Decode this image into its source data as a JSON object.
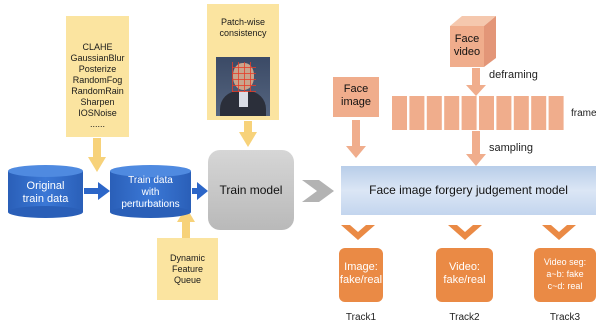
{
  "augmentations": [
    "CLAHE",
    "GaussianBlur",
    "Posterize",
    "RandomFog",
    "RandomRain",
    "Sharpen",
    "IOSNoise",
    "......"
  ],
  "patch_note": "Patch-wise consistency",
  "queue_note": [
    "Dynamic",
    "Feature",
    "Queue"
  ],
  "original_data": [
    "Original",
    "train data"
  ],
  "perturbed_data": [
    "Train data",
    "with",
    "perturbations"
  ],
  "train_model": "Train model",
  "face_image": [
    "Face",
    "image"
  ],
  "face_video": [
    "Face",
    "video"
  ],
  "deframing": "deframing",
  "frames": "frame",
  "sampling": "sampling",
  "judgement_model": "Face image forgery judgement model",
  "tracks": [
    {
      "output": [
        "Image:",
        "fake/real"
      ],
      "name": "Track1"
    },
    {
      "output": [
        "Video:",
        "fake/real"
      ],
      "name": "Track2"
    },
    {
      "output": [
        "Video seg:",
        "a~b: fake",
        "c~d: real"
      ],
      "name": "Track3"
    }
  ],
  "colors": {
    "note_yellow": "#fbe4a0",
    "arrow_yellow": "#f7d27a",
    "cylinder_blue": "#2f6ac7",
    "arrow_blue": "#2c66c8",
    "model_gray": "#c9c9c9",
    "judgement_blue": "#c9d9ef",
    "salmon": "#f0ad8c",
    "orange": "#ea8a45"
  },
  "icons": [
    "face-photo",
    "cube",
    "filmstrip",
    "cylinder"
  ]
}
